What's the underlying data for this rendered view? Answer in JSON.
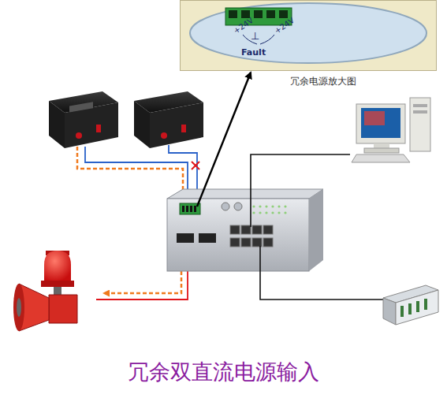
{
  "diagram": {
    "caption": "冗余双直流电源输入",
    "nodes": [
      {
        "text": [
          "+24V",
          "⊥",
          "+24V",
          "Fault"
        ]
      }
    ],
    "labels": [
      "冗余电源放大图"
    ]
  }
}
